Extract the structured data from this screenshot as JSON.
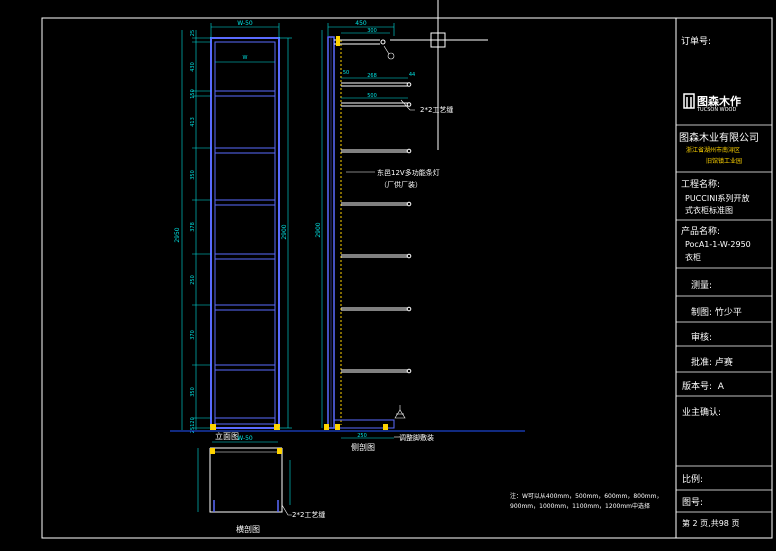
{
  "drawing": {
    "front_view_label": "立面图",
    "side_view_label": "侧剖图",
    "plan_view_label": "横剖图",
    "callout_joint": "2*2工艺缝",
    "callout_joint_plan": "2*2工艺缝",
    "callout_light": "东邑12V多功能条灯",
    "callout_light_note": "（厂供厂装）",
    "callout_foot": "调整脚敷装",
    "note_line1": "注：W可以从400mm，500mm，600mm，800mm，",
    "note_line2": "900mm，1000mm，1100mm，1200mm中选择",
    "dim_width": "W-50",
    "dim_width_plan": "W-50",
    "dim_inner": "W",
    "dim_total_height": "2950",
    "dim_inner_height": "2900",
    "dim_side_height": "2900",
    "dim_depth": "450",
    "dim_left_segments": [
      "25",
      "430",
      "150",
      "413",
      "350",
      "378",
      "250",
      "370",
      "350",
      "120",
      "25"
    ],
    "dim_right_depth": [
      "300",
      "268",
      "44",
      "50",
      "500",
      "250"
    ]
  },
  "title_block": {
    "order_no": "订单号:",
    "logo_cn": "图森木作",
    "logo_en": "TUCSON WOOD",
    "company": "图森木业有限公司",
    "company_sub1": "浙江省湖州市南浔区",
    "company_sub2": "旧馆镇工业园",
    "project_label": "工程名称:",
    "project_value1": "PUCCINI系列开放",
    "project_value2": "式衣柜标准图",
    "product_label": "产品名称:",
    "product_value1": "PocA1-1-W-2950",
    "product_value2": "衣柜",
    "measure": "测量:",
    "drafter": "制图: 竹少平",
    "review": "审核:",
    "approve": "批准: 卢赛",
    "version": "版本号:  A",
    "owner": "业主确认:",
    "scale": "比例:",
    "drawing_no": "图号:",
    "page": "第 2 页,共98 页"
  },
  "colors": {
    "background": "#000000",
    "frame": "#ffffff",
    "cabinet": "#5a6bff",
    "dimension": "#00e5e5",
    "ground": "#2255ff",
    "hardware": "#ffd400",
    "callout": "#00d0d0",
    "rods": "#ffffff"
  }
}
